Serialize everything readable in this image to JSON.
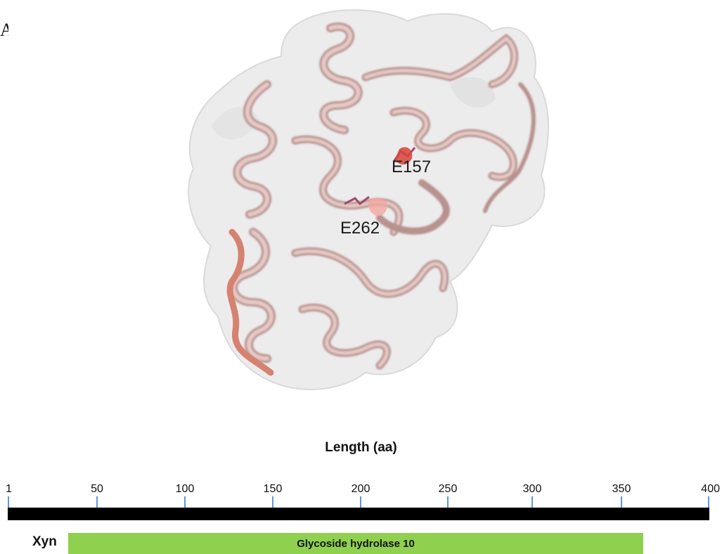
{
  "panel_label": "A",
  "structure": {
    "residue_labels": [
      {
        "text": "E157"
      },
      {
        "text": "E262"
      }
    ]
  },
  "domain_map": {
    "axis_title": "Length (aa)",
    "ticks": [
      "1",
      "50",
      "100",
      "150",
      "200",
      "250",
      "300",
      "350",
      "400"
    ],
    "protein_name": "Xyn",
    "domain": {
      "name": "Glycoside hydrolase 10"
    },
    "colors": {
      "backbone": "#000000",
      "domain": "#8fd14f",
      "tick": "#5b9bd5"
    }
  }
}
